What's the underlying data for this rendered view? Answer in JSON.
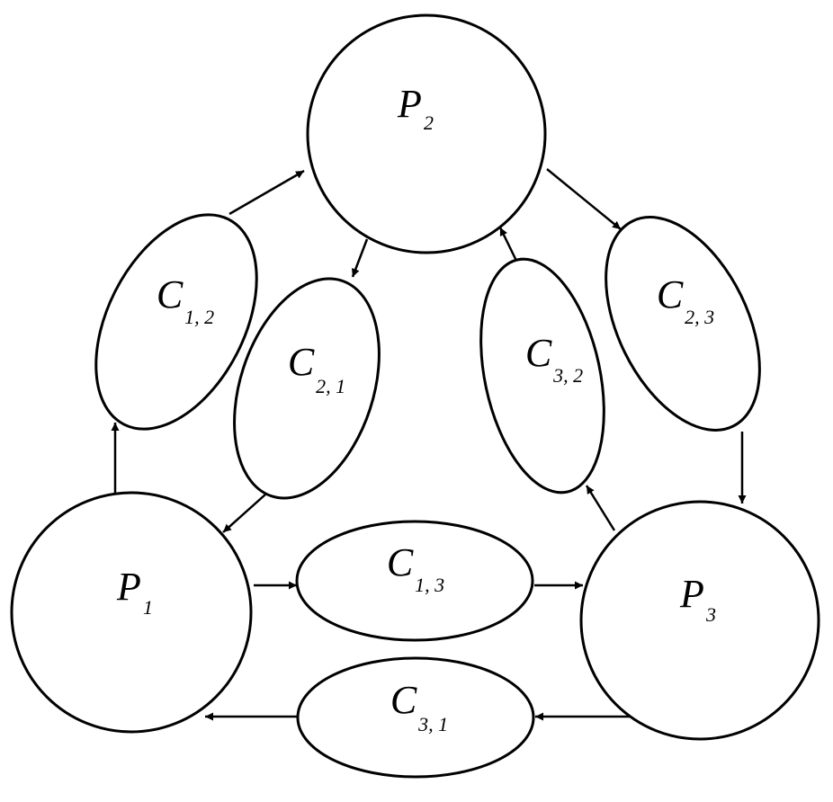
{
  "diagram": {
    "processes": [
      {
        "id": "P1",
        "symbol": "P",
        "subscript": "1"
      },
      {
        "id": "P2",
        "symbol": "P",
        "subscript": "2"
      },
      {
        "id": "P3",
        "symbol": "P",
        "subscript": "3"
      }
    ],
    "channels": [
      {
        "id": "C12",
        "symbol": "C",
        "subscript": "1, 2",
        "from": "P1",
        "to": "P2"
      },
      {
        "id": "C21",
        "symbol": "C",
        "subscript": "2, 1",
        "from": "P2",
        "to": "P1"
      },
      {
        "id": "C23",
        "symbol": "C",
        "subscript": "2, 3",
        "from": "P2",
        "to": "P3"
      },
      {
        "id": "C32",
        "symbol": "C",
        "subscript": "3, 2",
        "from": "P3",
        "to": "P2"
      },
      {
        "id": "C13",
        "symbol": "C",
        "subscript": "1, 3",
        "from": "P1",
        "to": "P3"
      },
      {
        "id": "C31",
        "symbol": "C",
        "subscript": "3, 1",
        "from": "P3",
        "to": "P1"
      }
    ],
    "colors": {
      "stroke": "#000000",
      "fill": "#ffffff",
      "background": "#ffffff"
    }
  }
}
